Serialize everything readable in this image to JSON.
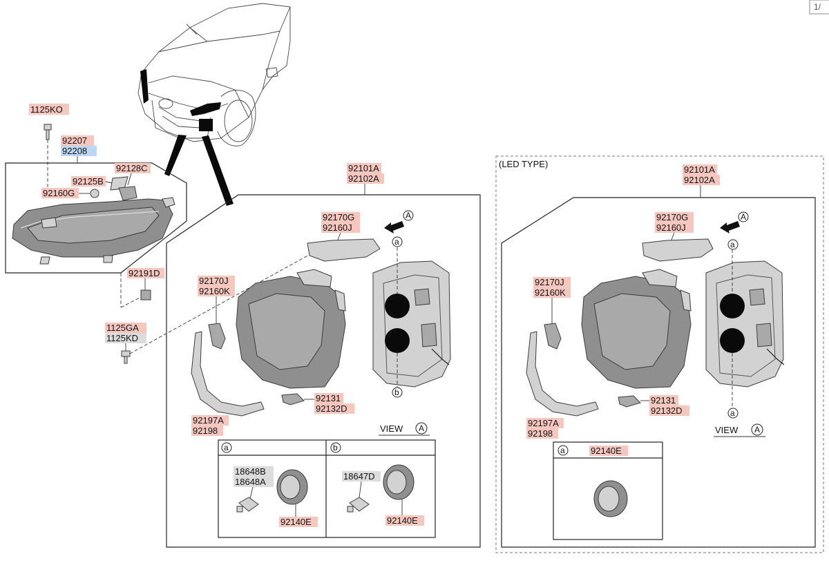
{
  "page_number": "1/",
  "overview": {
    "cover_screw": "1125KO",
    "lamp_assy_lh": "92207",
    "lamp_assy_rh": "92208",
    "bracket": "92128C",
    "gasket": "92125B",
    "nut": "92160G",
    "clip": "92191D",
    "screw_a": "1125GA",
    "screw_b": "1125KD"
  },
  "standard_panel": {
    "assy_lh": "92101A",
    "assy_rh": "92102A",
    "upper_bracket_a": "92170G",
    "upper_bracket_b": "92160J",
    "side_bracket_a": "92170J",
    "side_bracket_b": "92160K",
    "garnish_a": "92197A",
    "garnish_b": "92198",
    "lower_bracket_a": "92131",
    "lower_bracket_b": "92132D",
    "view_label": "VIEW",
    "view_marker": "A",
    "arrow_marker": "A",
    "callout_a": "a",
    "callout_b": "b",
    "detail_a": {
      "tag": "a",
      "bulb_a": "18648B",
      "bulb_b": "18648A",
      "socket": "92140E"
    },
    "detail_b": {
      "tag": "b",
      "bulb": "18647D",
      "socket": "92140E"
    }
  },
  "led_panel": {
    "title": "(LED TYPE)",
    "assy_lh": "92101A",
    "assy_rh": "92102A",
    "upper_bracket_a": "92170G",
    "upper_bracket_b": "92160J",
    "side_bracket_a": "92170J",
    "side_bracket_b": "92160K",
    "garnish_a": "92197A",
    "garnish_b": "92198",
    "lower_bracket_a": "92131",
    "lower_bracket_b": "92132D",
    "view_label": "VIEW",
    "view_marker": "A",
    "arrow_marker": "A",
    "callout_top": "a",
    "callout_bottom": "a",
    "detail_a": {
      "tag": "a",
      "socket": "92140E"
    }
  }
}
